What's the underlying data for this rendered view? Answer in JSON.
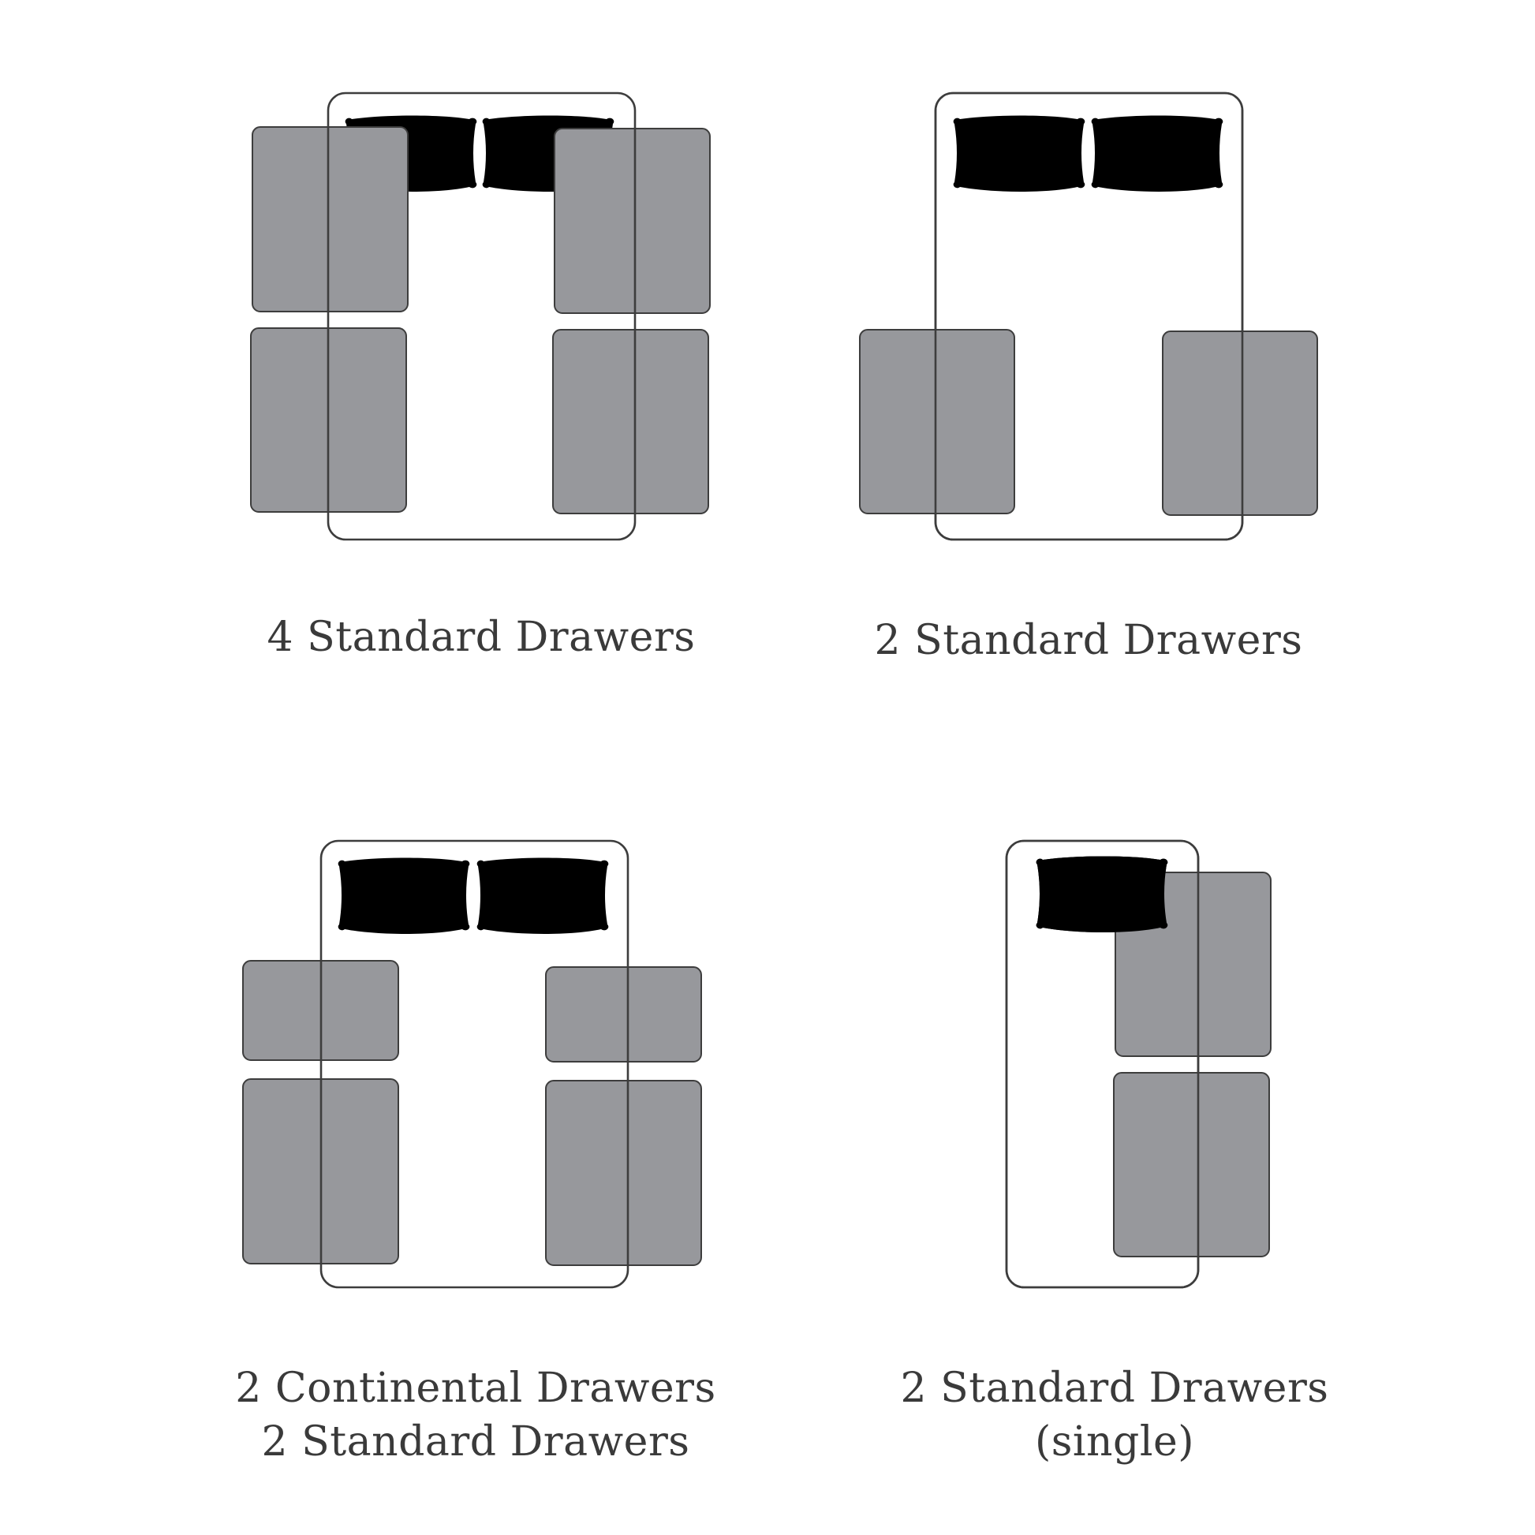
{
  "colors": {
    "drawer_fill": "#97989c",
    "outline": "#3d3d3d",
    "background": "#ffffff",
    "caption_text": "#3a3a3a"
  },
  "panels": [
    {
      "id": "four-standard",
      "caption_lines": [
        "4 Standard Drawers"
      ],
      "bed_size": "double",
      "pillows": 2,
      "drawers": 4
    },
    {
      "id": "two-standard",
      "caption_lines": [
        "2 Standard Drawers"
      ],
      "bed_size": "double",
      "pillows": 2,
      "drawers": 2
    },
    {
      "id": "two-continental-two-standard",
      "caption_lines": [
        "2 Continental Drawers",
        "2 Standard Drawers"
      ],
      "bed_size": "double",
      "pillows": 2,
      "drawers": 4
    },
    {
      "id": "two-standard-single",
      "caption_lines": [
        "2 Standard Drawers",
        "(single)"
      ],
      "bed_size": "single",
      "pillows": 1,
      "drawers": 2
    }
  ]
}
